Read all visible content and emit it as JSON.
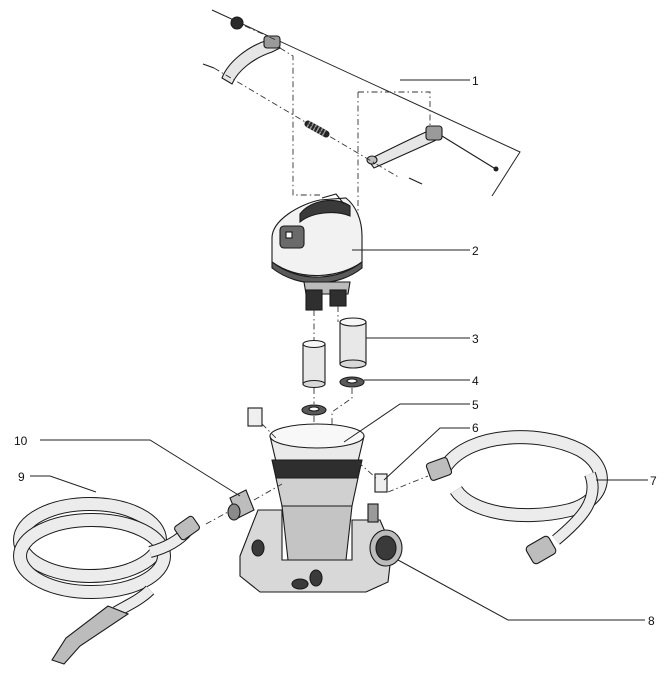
{
  "callouts": [
    {
      "id": "1",
      "label": "1"
    },
    {
      "id": "2",
      "label": "2"
    },
    {
      "id": "3",
      "label": "3"
    },
    {
      "id": "4",
      "label": "4"
    },
    {
      "id": "5",
      "label": "5"
    },
    {
      "id": "6",
      "label": "6"
    },
    {
      "id": "7",
      "label": "7"
    },
    {
      "id": "8",
      "label": "8"
    },
    {
      "id": "9",
      "label": "9"
    },
    {
      "id": "10",
      "label": "10"
    }
  ],
  "colors": {
    "line": "#1a1a1a",
    "dark_part": "#3a3a3a",
    "mid_part": "#8c8c8c",
    "light_part": "#d4d4d4",
    "white": "#ffffff"
  }
}
